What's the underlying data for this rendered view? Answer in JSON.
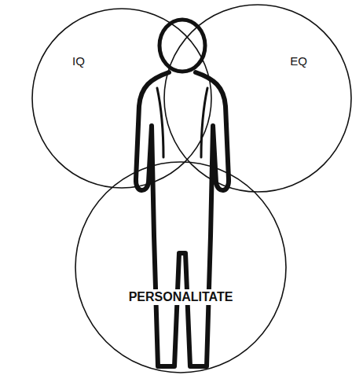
{
  "diagram": {
    "nodes": [
      {
        "text": [
          "IQ"
        ]
      },
      {
        "text": [
          "EQ"
        ]
      },
      {
        "text": [
          "PERSONALITATE"
        ]
      }
    ]
  }
}
